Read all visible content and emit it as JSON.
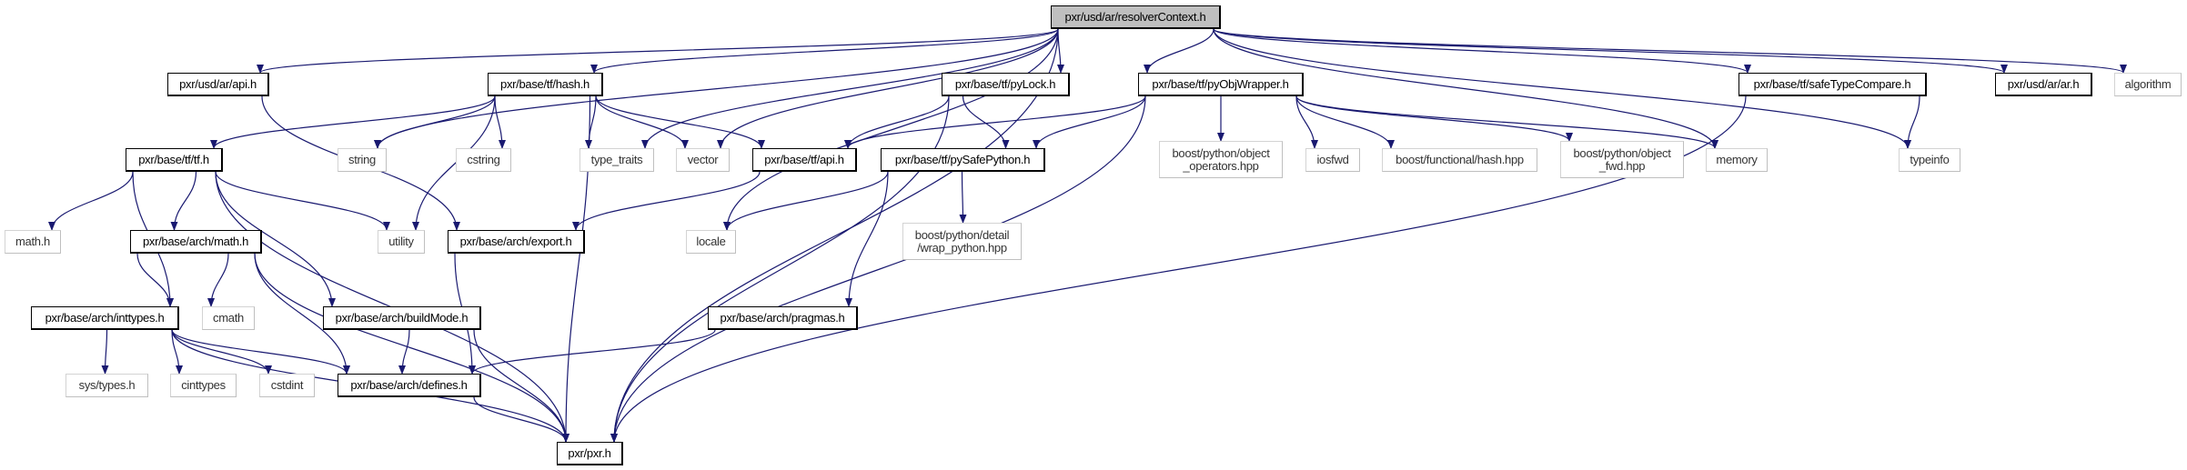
{
  "graph": {
    "edge_color": "#191970",
    "root_fill": "#bfbfbf",
    "nodes": {
      "root": "pxr/usd/ar/resolverContext.h",
      "arapi": "pxr/usd/ar/api.h",
      "hash": "pxr/base/tf/hash.h",
      "pylock": "pxr/base/tf/pyLock.h",
      "pyobj": "pxr/base/tf/pyObjWrapper.h",
      "safetc": "pxr/base/tf/safeTypeCompare.h",
      "arh": "pxr/usd/ar/ar.h",
      "algorithm": "algorithm",
      "tfh": "pxr/base/tf/tf.h",
      "string": "string",
      "cstring": "cstring",
      "typetraits": "type_traits",
      "vector": "vector",
      "tfapi": "pxr/base/tf/api.h",
      "pysafe": "pxr/base/tf/pySafePython.h",
      "objops": "boost/python/object\n_operators.hpp",
      "iosfwd": "iosfwd",
      "fhash": "boost/functional/hash.hpp",
      "objfwd": "boost/python/object\n_fwd.hpp",
      "memory": "memory",
      "typeinfo": "typeinfo",
      "mathh": "math.h",
      "archmath": "pxr/base/arch/math.h",
      "utility": "utility",
      "export": "pxr/base/arch/export.h",
      "locale": "locale",
      "wrappy": "boost/python/detail\n/wrap_python.hpp",
      "inttypes": "pxr/base/arch/inttypes.h",
      "cmath": "cmath",
      "buildmode": "pxr/base/arch/buildMode.h",
      "pragmas": "pxr/base/arch/pragmas.h",
      "systypes": "sys/types.h",
      "cinttypes": "cinttypes",
      "cstdint": "cstdint",
      "defines": "pxr/base/arch/defines.h",
      "pxrh": "pxr/pxr.h"
    },
    "edges": [
      [
        "root",
        "arapi"
      ],
      [
        "root",
        "string"
      ],
      [
        "root",
        "locale"
      ],
      [
        "root",
        "hash"
      ],
      [
        "root",
        "typetraits"
      ],
      [
        "root",
        "vector"
      ],
      [
        "root",
        "pylock"
      ],
      [
        "root",
        "pyobj"
      ],
      [
        "root",
        "memory"
      ],
      [
        "root",
        "pxrh"
      ],
      [
        "root",
        "safetc"
      ],
      [
        "root",
        "typeinfo"
      ],
      [
        "root",
        "arh"
      ],
      [
        "root",
        "algorithm"
      ],
      [
        "arapi",
        "export"
      ],
      [
        "hash",
        "tfh"
      ],
      [
        "hash",
        "string"
      ],
      [
        "hash",
        "utility"
      ],
      [
        "hash",
        "cstring"
      ],
      [
        "hash",
        "pxrh"
      ],
      [
        "hash",
        "typetraits"
      ],
      [
        "hash",
        "vector"
      ],
      [
        "hash",
        "tfapi"
      ],
      [
        "pylock",
        "tfapi"
      ],
      [
        "pylock",
        "pysafe"
      ],
      [
        "pylock",
        "pxrh"
      ],
      [
        "pyobj",
        "tfapi"
      ],
      [
        "pyobj",
        "pysafe"
      ],
      [
        "pyobj",
        "pxrh"
      ],
      [
        "pyobj",
        "objops"
      ],
      [
        "pyobj",
        "iosfwd"
      ],
      [
        "pyobj",
        "fhash"
      ],
      [
        "pyobj",
        "objfwd"
      ],
      [
        "pyobj",
        "memory"
      ],
      [
        "safetc",
        "typeinfo"
      ],
      [
        "safetc",
        "pxrh"
      ],
      [
        "tfapi",
        "export"
      ],
      [
        "pysafe",
        "locale"
      ],
      [
        "pysafe",
        "wrappy"
      ],
      [
        "pysafe",
        "pragmas"
      ],
      [
        "tfh",
        "mathh"
      ],
      [
        "tfh",
        "inttypes"
      ],
      [
        "tfh",
        "archmath"
      ],
      [
        "tfh",
        "buildmode"
      ],
      [
        "tfh",
        "utility"
      ],
      [
        "tfh",
        "pxrh"
      ],
      [
        "archmath",
        "inttypes"
      ],
      [
        "archmath",
        "cmath"
      ],
      [
        "archmath",
        "defines"
      ],
      [
        "archmath",
        "pxrh"
      ],
      [
        "inttypes",
        "systypes"
      ],
      [
        "inttypes",
        "cinttypes"
      ],
      [
        "inttypes",
        "cstdint"
      ],
      [
        "inttypes",
        "defines"
      ],
      [
        "inttypes",
        "pxrh"
      ],
      [
        "buildmode",
        "defines"
      ],
      [
        "buildmode",
        "pxrh"
      ],
      [
        "export",
        "defines"
      ],
      [
        "pragmas",
        "defines"
      ],
      [
        "defines",
        "pxrh"
      ]
    ]
  }
}
